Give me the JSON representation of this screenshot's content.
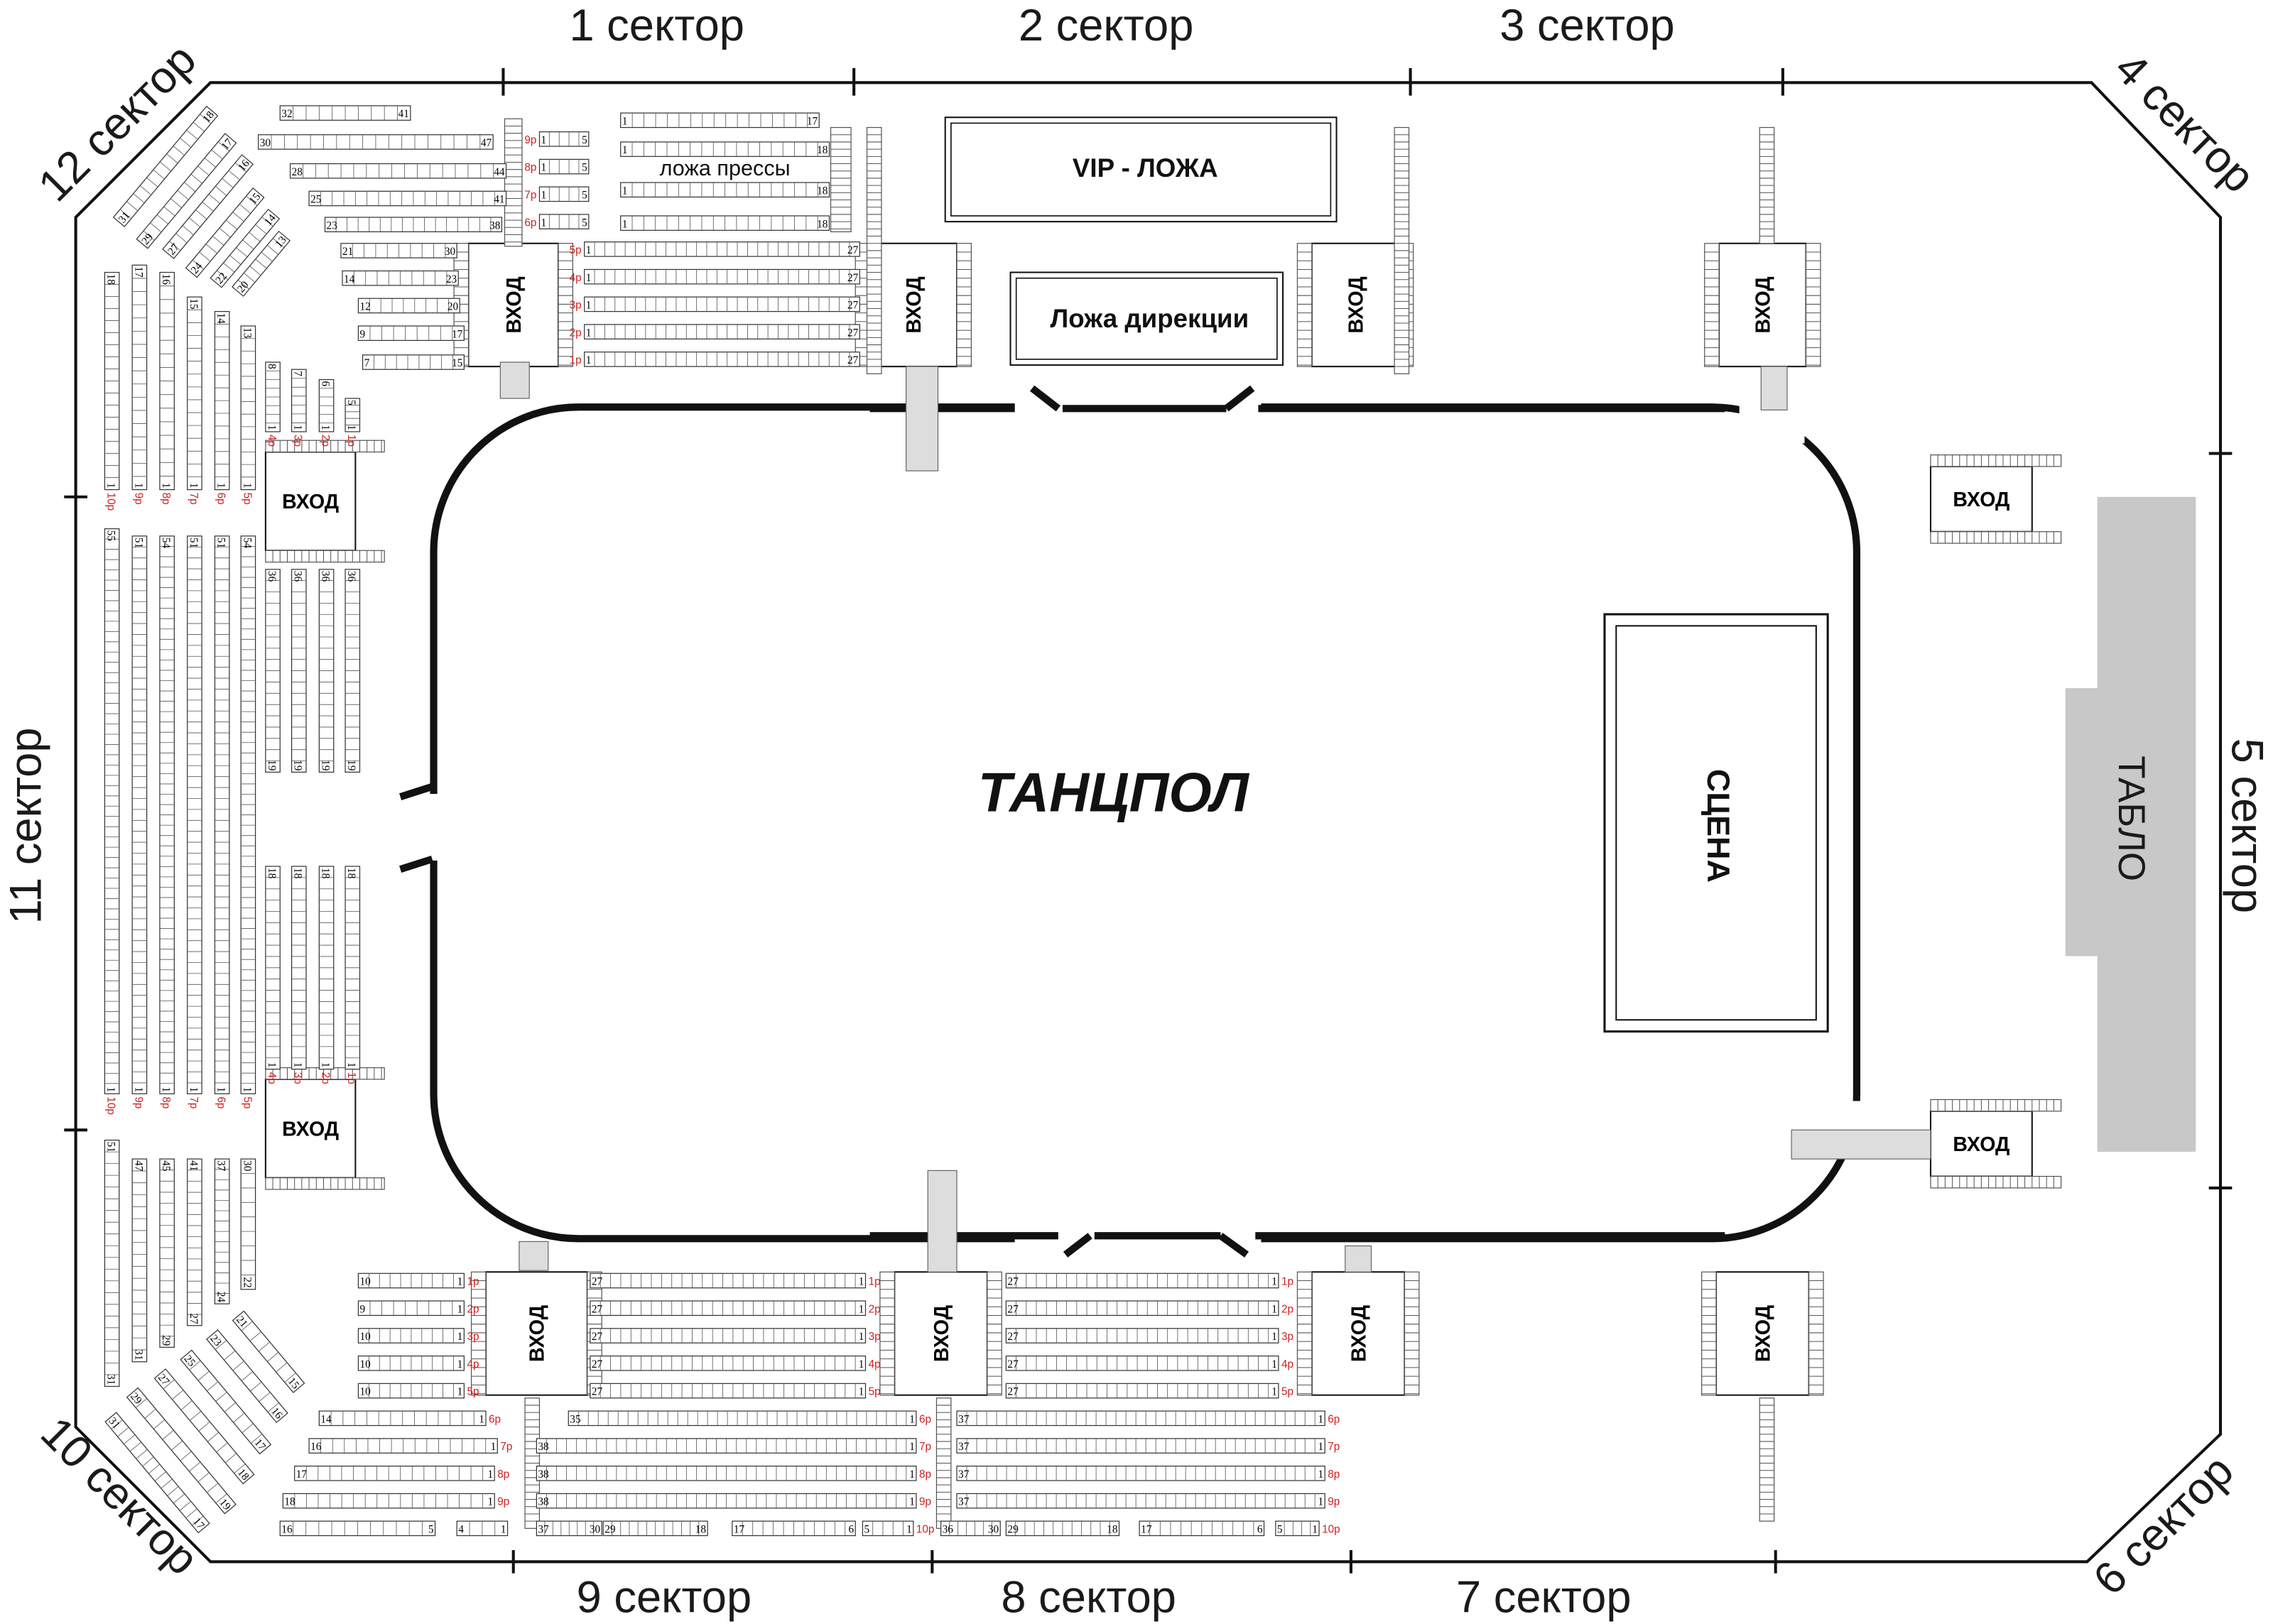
{
  "sectors": [
    "1 сектор",
    "2 сектор",
    "3 сектор",
    "4 сектор",
    "5 сектор",
    "6 сектор",
    "7 сектор",
    "8 сектор",
    "9 сектор",
    "10 сектор",
    "11 сектор",
    "12 сектор"
  ],
  "labels": {
    "entrance": "ВХОД",
    "vip": "VIP - ЛОЖА",
    "direction": "Ложа дирекции",
    "press": "ложа прессы",
    "dancefloor": "ТАНЦПОЛ",
    "stage": "СЦЕНА",
    "scoreboard": "ТАБЛО"
  },
  "seat_blocks": {
    "s1_main": [
      {
        "row": "5р",
        "first": "1",
        "last": "27"
      },
      {
        "row": "4р",
        "first": "1",
        "last": "27"
      },
      {
        "row": "3р",
        "first": "1",
        "last": "27"
      },
      {
        "row": "2р",
        "first": "1",
        "last": "27"
      },
      {
        "row": "1р",
        "first": "1",
        "last": "27"
      }
    ],
    "s1_small": [
      {
        "row": "9р",
        "first": "1",
        "last": "5"
      },
      {
        "row": "8р",
        "first": "1",
        "last": "5"
      },
      {
        "row": "7р",
        "first": "1",
        "last": "5"
      },
      {
        "row": "6р",
        "first": "1",
        "last": "5"
      }
    ],
    "press": [
      {
        "row": "",
        "first": "1",
        "last": "17"
      },
      {
        "row": "",
        "first": "1",
        "last": "18"
      },
      {
        "row": "",
        "first": "1",
        "last": "18"
      },
      {
        "row": "",
        "first": "1",
        "last": "18"
      }
    ],
    "s12_rows": [
      {
        "row": "",
        "first": "32",
        "last": "41"
      },
      {
        "row": "",
        "first": "30",
        "last": "47"
      },
      {
        "row": "",
        "first": "28",
        "last": "44"
      },
      {
        "row": "",
        "first": "25",
        "last": "41"
      },
      {
        "row": "",
        "first": "23",
        "last": "38"
      },
      {
        "row": "",
        "first": "21",
        "last": "30"
      },
      {
        "row": "",
        "first": "14",
        "last": "23"
      },
      {
        "row": "",
        "first": "12",
        "last": "20"
      },
      {
        "row": "",
        "first": "9",
        "last": "17"
      },
      {
        "row": "",
        "first": "7",
        "last": "15"
      }
    ],
    "s9_top": [
      {
        "row": "1р",
        "first": "27",
        "last": "1"
      },
      {
        "row": "2р",
        "first": "27",
        "last": "1"
      },
      {
        "row": "3р",
        "first": "27",
        "last": "1"
      },
      {
        "row": "4р",
        "first": "27",
        "last": "1"
      },
      {
        "row": "5р",
        "first": "27",
        "last": "1"
      }
    ],
    "s8_top": [
      {
        "row": "1р",
        "first": "27",
        "last": "1"
      },
      {
        "row": "2р",
        "first": "27",
        "last": "1"
      },
      {
        "row": "3р",
        "first": "27",
        "last": "1"
      },
      {
        "row": "4р",
        "first": "27",
        "last": "1"
      },
      {
        "row": "5р",
        "first": "27",
        "last": "1"
      }
    ],
    "s9_small": [
      {
        "row": "1р",
        "first": "10",
        "last": "1"
      },
      {
        "row": "2р",
        "first": "9",
        "last": "1"
      },
      {
        "row": "3р",
        "first": "10",
        "last": "1"
      },
      {
        "row": "4р",
        "first": "10",
        "last": "1"
      },
      {
        "row": "5р",
        "first": "10",
        "last": "1"
      }
    ],
    "s9_lower": [
      {
        "row": "6р",
        "first": "35",
        "last": "1"
      },
      {
        "row": "7р",
        "first": "38",
        "last": "1"
      },
      {
        "row": "8р",
        "first": "38",
        "last": "1"
      },
      {
        "row": "9р",
        "first": "38",
        "last": "1"
      }
    ],
    "s8_lower": [
      {
        "row": "6р",
        "first": "37",
        "last": "1"
      },
      {
        "row": "7р",
        "first": "37",
        "last": "1"
      },
      {
        "row": "8р",
        "first": "37",
        "last": "1"
      },
      {
        "row": "9р",
        "first": "37",
        "last": "1"
      }
    ],
    "s10_lower": [
      {
        "row": "6р",
        "first": "14",
        "last": "1"
      },
      {
        "row": "7р",
        "first": "16",
        "last": "1"
      },
      {
        "row": "8р",
        "first": "17",
        "last": "1"
      },
      {
        "row": "9р",
        "first": "18",
        "last": "1"
      }
    ],
    "row10": [
      {
        "row": "",
        "first": "16",
        "last": "5"
      },
      {
        "row": "",
        "first": "4",
        "last": "1"
      },
      {
        "row": "",
        "first": "37",
        "last": "30"
      },
      {
        "row": "",
        "first": "29",
        "last": "18"
      },
      {
        "row": "",
        "first": "17",
        "last": "6"
      },
      {
        "row": "10р",
        "first": "5",
        "last": "1"
      },
      {
        "row": "",
        "first": "36",
        "last": "30"
      },
      {
        "row": "",
        "first": "29",
        "last": "18"
      },
      {
        "row": "",
        "first": "17",
        "last": "6"
      },
      {
        "row": "10р",
        "first": "5",
        "last": "1"
      }
    ],
    "s11_top": [
      {
        "row": "10р",
        "first": "18",
        "last": "1"
      },
      {
        "row": "9р",
        "first": "17",
        "last": "1"
      },
      {
        "row": "8р",
        "first": "16",
        "last": "1"
      },
      {
        "row": "7р",
        "first": "15",
        "last": "1"
      },
      {
        "row": "6р",
        "first": "14",
        "last": "1"
      },
      {
        "row": "5р",
        "first": "13",
        "last": "1"
      }
    ],
    "s11_inner_top": [
      {
        "row": "4р",
        "first": "8",
        "last": "1"
      },
      {
        "row": "3р",
        "first": "7",
        "last": "1"
      },
      {
        "row": "2р",
        "first": "6",
        "last": "1"
      },
      {
        "row": "1р",
        "first": "5",
        "last": "1"
      }
    ],
    "s11_long": [
      {
        "row": "10р",
        "first": "55",
        "last": "1"
      },
      {
        "row": "9р",
        "first": "51",
        "last": "1"
      },
      {
        "row": "8р",
        "first": "54",
        "last": "1"
      },
      {
        "row": "7р",
        "first": "51",
        "last": "1"
      },
      {
        "row": "6р",
        "first": "51",
        "last": "1"
      },
      {
        "row": "5р",
        "first": "54",
        "last": "1"
      }
    ],
    "s11_inner_a": [
      {
        "row": "",
        "first": "36",
        "last": "19"
      },
      {
        "row": "",
        "first": "36",
        "last": "19"
      },
      {
        "row": "",
        "first": "36",
        "last": "19"
      },
      {
        "row": "",
        "first": "36",
        "last": "19"
      }
    ],
    "s11_inner_b": [
      {
        "row": "4р",
        "first": "18",
        "last": "1"
      },
      {
        "row": "3р",
        "first": "18",
        "last": "1"
      },
      {
        "row": "2р",
        "first": "18",
        "last": "1"
      },
      {
        "row": "1р",
        "first": "18",
        "last": "1"
      }
    ],
    "s11_bottom": [
      {
        "row": "",
        "first": "51",
        "last": "31"
      },
      {
        "row": "",
        "first": "47",
        "last": "31"
      },
      {
        "row": "",
        "first": "45",
        "last": "29"
      },
      {
        "row": "",
        "first": "41",
        "last": "27"
      },
      {
        "row": "",
        "first": "37",
        "last": "24"
      },
      {
        "row": "",
        "first": "30",
        "last": "22"
      }
    ],
    "s12_diag": [
      {
        "row": "",
        "first": "31",
        "last": "18"
      },
      {
        "row": "",
        "first": "29",
        "last": "17"
      },
      {
        "row": "",
        "first": "27",
        "last": "16"
      },
      {
        "row": "",
        "first": "24",
        "last": "15"
      },
      {
        "row": "",
        "first": "22",
        "last": "14"
      },
      {
        "row": "",
        "first": "20",
        "last": "13"
      }
    ],
    "s10_diag": [
      {
        "row": "",
        "first": "31",
        "last": "17"
      },
      {
        "row": "",
        "first": "29",
        "last": "19"
      },
      {
        "row": "",
        "first": "27",
        "last": "18"
      },
      {
        "row": "",
        "first": "25",
        "last": "17"
      },
      {
        "row": "",
        "first": "23",
        "last": "16"
      },
      {
        "row": "",
        "first": "21",
        "last": "15"
      }
    ]
  }
}
